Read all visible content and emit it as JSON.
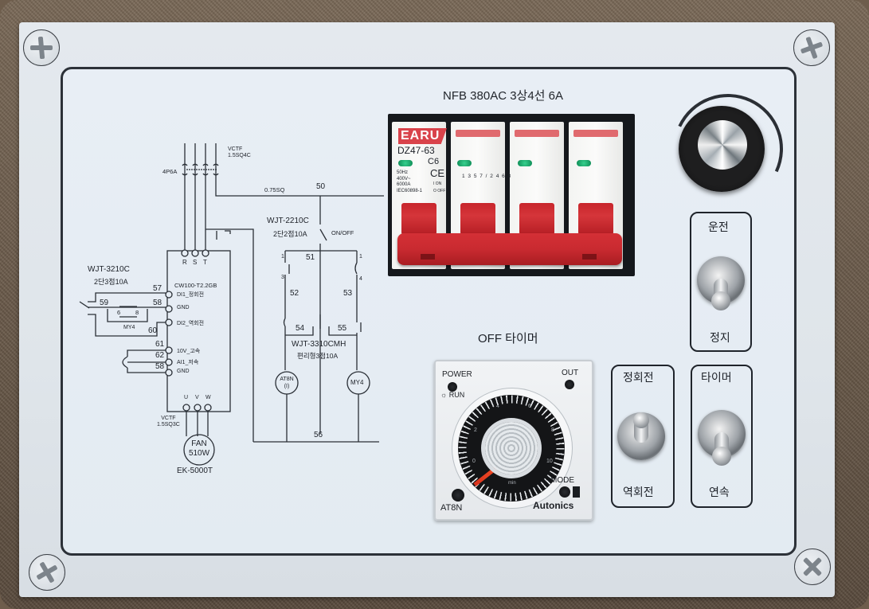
{
  "panel": {
    "breaker_title": "NFB 380AC 3상4선 6A",
    "timer_title": "OFF 타이머"
  },
  "diagram": {
    "mccb": {
      "label": "4P6A",
      "cable": "VCTF",
      "cable_spec": "1.5SQ4C"
    },
    "control_wire": "0.75SQ",
    "wire_50": "50",
    "rst": [
      "R",
      "S",
      "T"
    ],
    "switch_left": {
      "model": "WJT-3210C",
      "spec": "2단3점10A"
    },
    "inverter": {
      "model": "CW100-T2.2GB",
      "terminals": [
        "DI1_정회전",
        "GND",
        "DI2_역회전",
        "10V_고속",
        "AI1_저속",
        "GND"
      ],
      "wire_numbers": [
        "57",
        "58",
        "60",
        "61",
        "62",
        "58"
      ]
    },
    "relay_contacts": {
      "wire": "59",
      "pin_a": "6",
      "pin_b": "8",
      "relay": "MY4"
    },
    "uvw": [
      "U",
      "V",
      "W"
    ],
    "motor_cable": {
      "cable": "VCTF",
      "spec": "1.5SQ3C"
    },
    "fan": {
      "line1": "FAN",
      "line2": "510W",
      "model": "EK-5000T"
    },
    "onoff_switch": {
      "model": "WJT-2210C",
      "spec": "2단2점10A",
      "label": "ON/OFF"
    },
    "wires_mid": [
      "51",
      "52",
      "53",
      "54",
      "55",
      "56"
    ],
    "contact_pins": [
      "1",
      "3",
      "1",
      "4"
    ],
    "switch_mid": {
      "model": "WJT-3310CMH",
      "spec": "편리형3점10A"
    },
    "timer_coil": {
      "line1": "AT8N",
      "line2": "(I)"
    },
    "relay_coil": "MY4"
  },
  "breaker": {
    "brand": "EARU",
    "model": "DZ47-63",
    "curve": "C6",
    "specs": [
      "50Hz",
      "400V~",
      "6000A",
      "IEC60898-1"
    ],
    "ce": "CE",
    "on_off": [
      "I ON",
      "O OFF"
    ],
    "pole_marks": "1 3 5 7 / 2 4 6 8",
    "state": "ON"
  },
  "speed_knob": {
    "label": ""
  },
  "switches": {
    "run_stop": {
      "top": "운전",
      "bottom": "정지",
      "position": "down"
    },
    "direction": {
      "top": "정회전",
      "bottom": "역회전",
      "position": "up"
    },
    "mode": {
      "top": "타이머",
      "bottom": "연속",
      "position": "down"
    }
  },
  "timer": {
    "power": "POWER",
    "run": "RUN",
    "out": "OUT",
    "mode": "MODE",
    "model": "AT8N",
    "brand": "Autonics",
    "dial_labels": [
      "0",
      "2",
      "4",
      "6",
      "8",
      "10"
    ],
    "unit": "min",
    "setting_min": 0.5
  },
  "colors": {
    "panel": "#e4e9ee",
    "breaker_red": "#c92a30",
    "earu_red": "#d9434b",
    "led_green": "#1fae6e",
    "border": "#2c3138"
  }
}
